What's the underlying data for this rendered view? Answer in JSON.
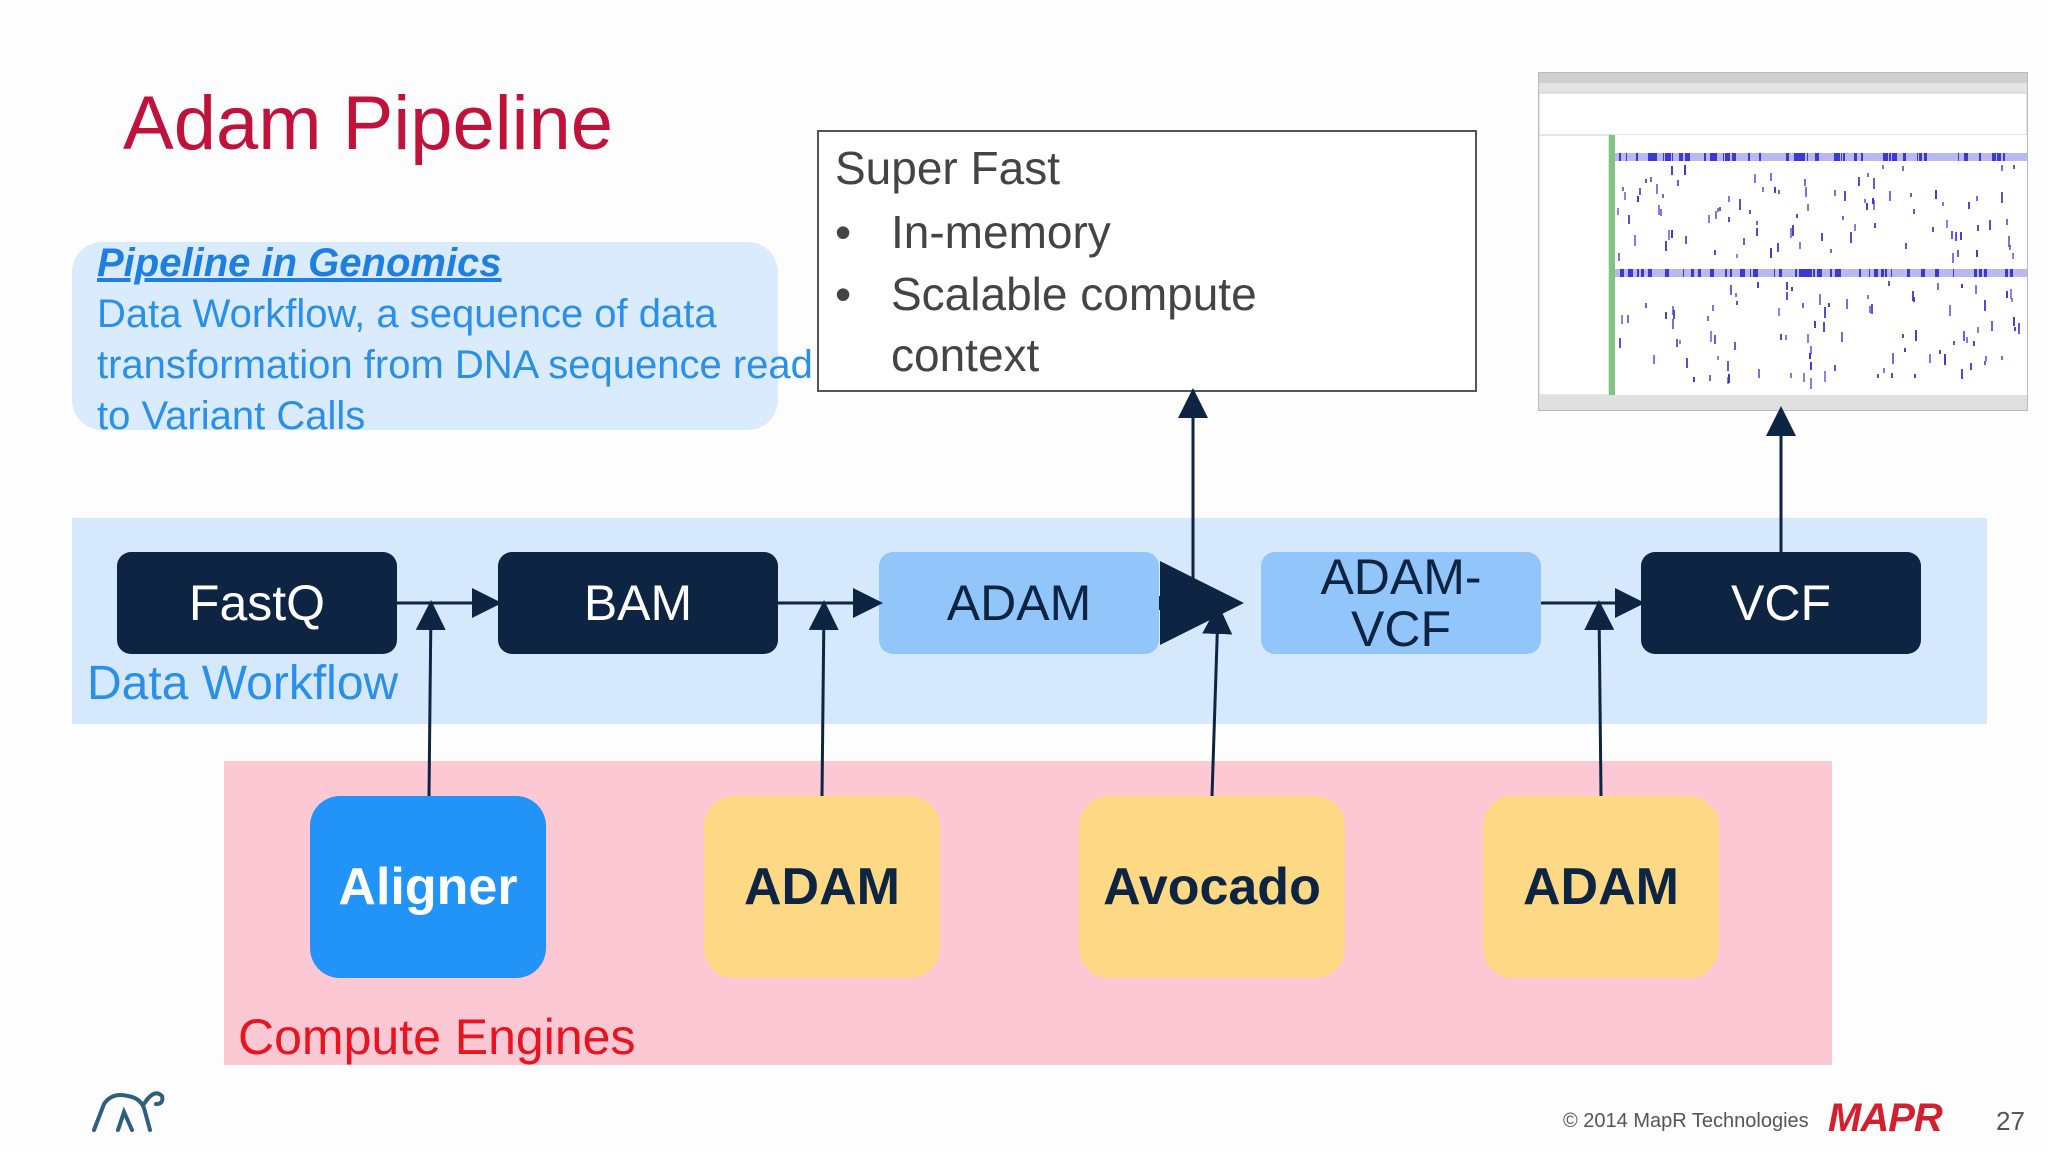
{
  "slide": {
    "title": "Adam Pipeline"
  },
  "callout": {
    "heading": "Pipeline in Genomics",
    "body": "Data Workflow, a sequence of data transformation from DNA sequence read to Variant Calls"
  },
  "superfast": {
    "title": "Super Fast",
    "bullets": [
      "In-memory",
      "Scalable compute",
      "context"
    ],
    "bullet_glyph": "•"
  },
  "workflow": {
    "label": "Data Workflow",
    "nodes": [
      "FastQ",
      "BAM",
      "ADAM",
      "ADAM-\nVCF",
      "VCF"
    ]
  },
  "engines": {
    "label": "Compute Engines",
    "nodes": [
      "Aligner",
      "ADAM",
      "Avocado",
      "ADAM"
    ]
  },
  "footer": {
    "copyright": "© 2014 MapR Technologies",
    "brand": "MAPR",
    "page_number": "27"
  },
  "colors": {
    "title": "#c0123a",
    "dark_node": "#0d2442",
    "light_node": "#92c5f9",
    "engine_yellow": "#fdd985",
    "engine_blue": "#2294f8",
    "workflow_band": "#d6e9fc",
    "engines_band": "#fbc8d4",
    "accent_red": "#e8141f"
  },
  "icons": {
    "logo": "elephant-logo-icon",
    "genome_viewer": "genome-browser-screenshot"
  }
}
